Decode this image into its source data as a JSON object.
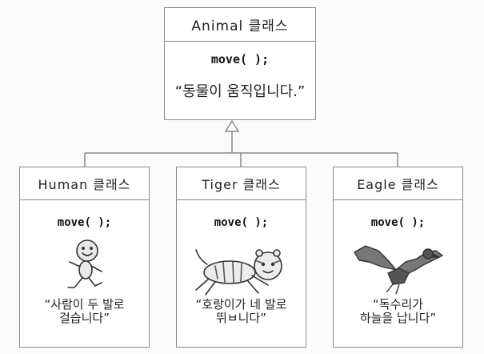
{
  "parent": {
    "title": "Animal 클래스",
    "method": "move( );",
    "output": "“동물이  움직입니다.”"
  },
  "children": [
    {
      "title": "Human 클래스",
      "method": "move( );",
      "output": "“사람이  두 발로\n걸습니다”",
      "icon": "running-person"
    },
    {
      "title": "Tiger 클래스",
      "method": "move( );",
      "output": "“호랑이가  네 발로\n뛰ㅂ니다”",
      "icon": "leaping-tiger"
    },
    {
      "title": "Eagle 클래스",
      "method": "move( );",
      "output": "“독수리가\n하늘을  납니다”",
      "icon": "flying-eagle"
    }
  ]
}
